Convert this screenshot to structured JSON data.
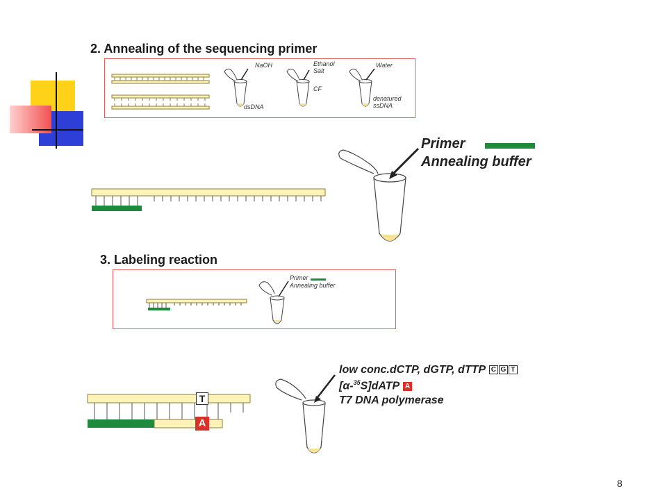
{
  "slide": {
    "page_number": "8"
  },
  "colors": {
    "strand_fill": "#fdf3b8",
    "strand_stroke": "#8a7d3a",
    "primer": "#1e8a3c",
    "panel_border": "#e06060",
    "label_red": "#d9302a",
    "tube_liquid": "#f6e39a",
    "deco_yellow": "#ffd21a",
    "deco_red": "#f2504f",
    "deco_blue": "#2d3fd6"
  },
  "section2": {
    "heading": "2. Annealing of the sequencing primer",
    "panel": {
      "naoh": "NaOH",
      "ethanol": "Ethanol",
      "salt": "Salt",
      "cf": "CF",
      "water": "Water",
      "dsdna": "dsDNA",
      "denatured": "denatured",
      "ssdna": "ssDNA"
    },
    "primer_label": "Primer",
    "buffer_label": "Annealing buffer"
  },
  "section3": {
    "heading": "3. Labeling reaction",
    "panel": {
      "primer": "Primer",
      "buffer": "Annealing buffer"
    },
    "reagent_line1": "low conc.dCTP, dGTP, dTTP",
    "reagent_letters": [
      "C",
      "G",
      "T"
    ],
    "reagent_line2_prefix": "[α-",
    "reagent_line2_sup": "35",
    "reagent_line2_suffix": "S]dATP",
    "reagent_line2_letter": "A",
    "reagent_line3": "T7 DNA polymerase",
    "template_base": "T",
    "added_base": "A"
  }
}
